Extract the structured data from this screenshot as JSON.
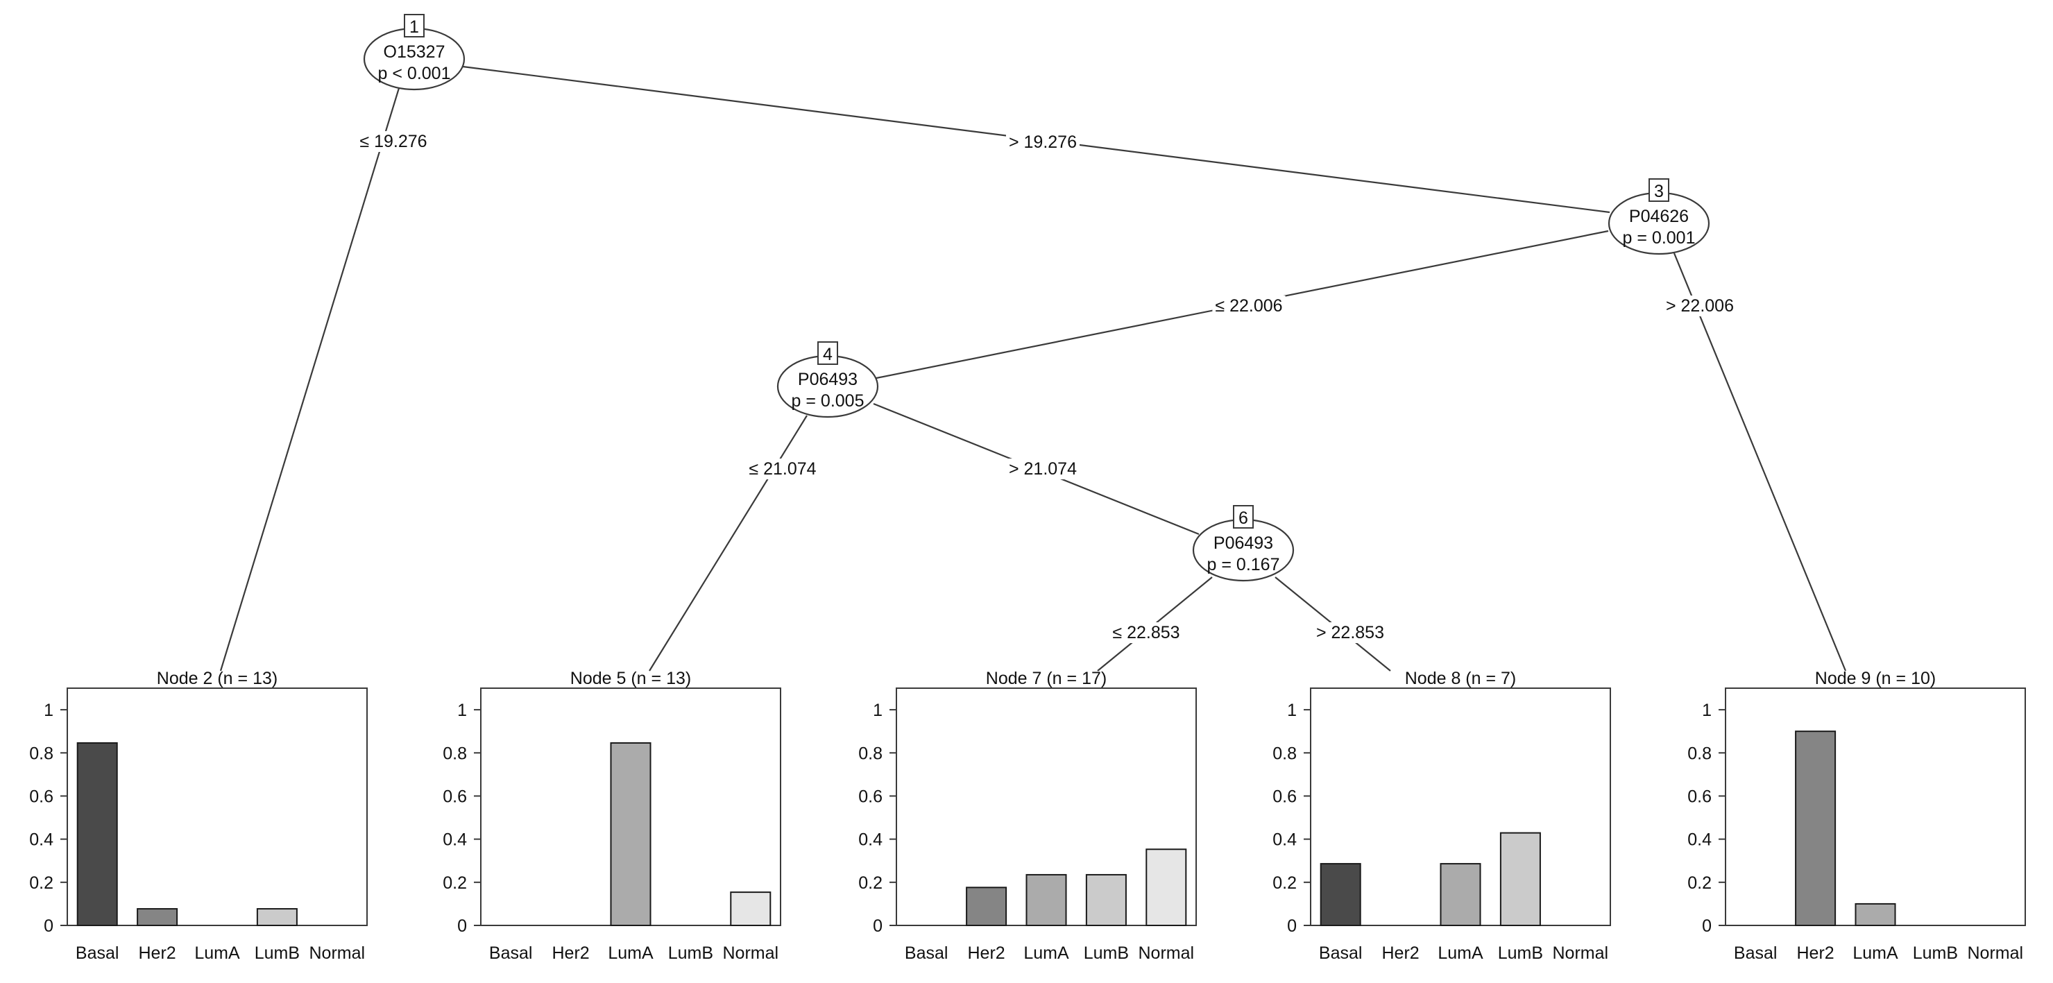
{
  "tree": {
    "inner_nodes": [
      {
        "id": "1",
        "variable": "O15327",
        "pvalue": "p < 0.001"
      },
      {
        "id": "3",
        "variable": "P04626",
        "pvalue": "p = 0.001"
      },
      {
        "id": "4",
        "variable": "P06493",
        "pvalue": "p = 0.005"
      },
      {
        "id": "6",
        "variable": "P06493",
        "pvalue": "p = 0.167"
      }
    ],
    "edges": [
      {
        "from": "1",
        "to": "2",
        "label": "≤ 19.276"
      },
      {
        "from": "1",
        "to": "3",
        "label": "> 19.276"
      },
      {
        "from": "3",
        "to": "4",
        "label": "≤ 22.006"
      },
      {
        "from": "3",
        "to": "9",
        "label": "> 22.006"
      },
      {
        "from": "4",
        "to": "5",
        "label": "≤ 21.074"
      },
      {
        "from": "4",
        "to": "6",
        "label": "> 21.074"
      },
      {
        "from": "6",
        "to": "7",
        "label": "≤ 22.853"
      },
      {
        "from": "6",
        "to": "8",
        "label": "> 22.853"
      }
    ]
  },
  "chart_data": {
    "type": "bar",
    "categories": [
      "Basal",
      "Her2",
      "LumA",
      "LumB",
      "Normal"
    ],
    "category_colors": [
      "#4a4a4a",
      "#858585",
      "#ababab",
      "#cbcbcb",
      "#e6e6e6"
    ],
    "yticks": [
      "0",
      "0.2",
      "0.4",
      "0.6",
      "0.8",
      "1"
    ],
    "ylim": [
      0,
      1.1
    ],
    "panels": [
      {
        "node": "2",
        "title": "Node 2 (n = 13)",
        "values": [
          0.846,
          0.077,
          0.0,
          0.077,
          0.0
        ]
      },
      {
        "node": "5",
        "title": "Node 5 (n = 13)",
        "values": [
          0.0,
          0.0,
          0.846,
          0.0,
          0.154
        ]
      },
      {
        "node": "7",
        "title": "Node 7 (n = 17)",
        "values": [
          0.0,
          0.176,
          0.235,
          0.235,
          0.353
        ]
      },
      {
        "node": "8",
        "title": "Node 8 (n = 7)",
        "values": [
          0.286,
          0.0,
          0.286,
          0.429,
          0.0
        ]
      },
      {
        "node": "9",
        "title": "Node 9 (n = 10)",
        "values": [
          0.0,
          0.9,
          0.1,
          0.0,
          0.0
        ]
      }
    ]
  }
}
